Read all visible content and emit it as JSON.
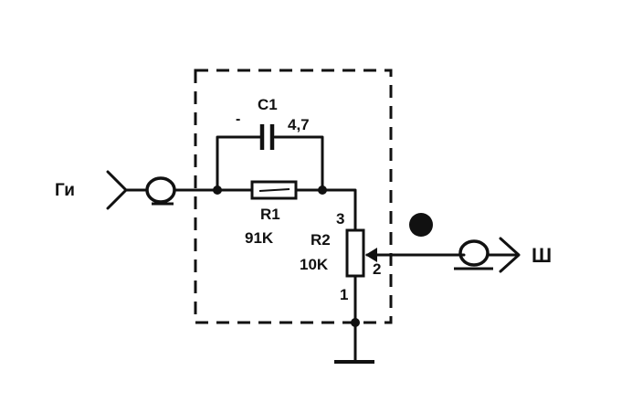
{
  "diagram": {
    "ports": {
      "input": "Ги",
      "output": "Ш"
    },
    "components": {
      "c1": {
        "ref": "C1",
        "value": "4,7"
      },
      "r1": {
        "ref": "R1",
        "value": "91K"
      },
      "r2": {
        "ref": "R2",
        "value": "10K"
      }
    },
    "pins": {
      "p3": "3",
      "p2": "2",
      "p1": "1"
    },
    "polarity": "-"
  },
  "colors": {
    "ink": "#111111",
    "paper": "#ffffff"
  }
}
